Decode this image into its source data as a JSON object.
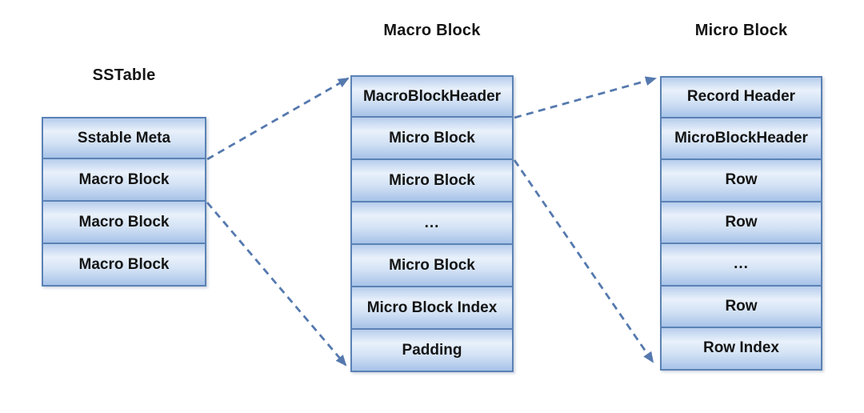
{
  "diagram": {
    "columns": [
      {
        "title": "SSTable",
        "boxes": [
          "Sstable Meta",
          "Macro Block",
          "Macro Block",
          "Macro Block"
        ]
      },
      {
        "title": "Macro Block",
        "boxes": [
          "MacroBlockHeader",
          "Micro Block",
          "Micro Block",
          "...",
          "Micro Block",
          "Micro Block Index",
          "Padding"
        ]
      },
      {
        "title": "Micro Block",
        "boxes": [
          "Record Header",
          "MicroBlockHeader",
          "Row",
          "Row",
          "...",
          "Row",
          "Row Index"
        ]
      }
    ],
    "connectors": [
      {
        "id": "sstable-to-macroblock-top",
        "from": "SSTable first Macro Block (top-right)",
        "to": "Macro Block stack (top-left)"
      },
      {
        "id": "sstable-to-macroblock-bottom",
        "from": "SSTable first Macro Block (bottom-right)",
        "to": "Macro Block stack (bottom-left)"
      },
      {
        "id": "macroblock-to-microblock-top",
        "from": "Macro Block first Micro Block (top-right)",
        "to": "Micro Block stack (top-left)"
      },
      {
        "id": "macroblock-to-microblock-bottom",
        "from": "Macro Block first Micro Block (bottom-right)",
        "to": "Micro Block stack (bottom-left)"
      }
    ],
    "colors": {
      "box_border": "#5b82b5",
      "box_gradient_top": "#b7cdec",
      "box_gradient_light": "#e9f1fb",
      "box_gradient_mid": "#d3e2f5",
      "box_gradient_bottom": "#a7c3e8",
      "arrow": "#5579ae",
      "text": "#141414",
      "background": "#ffffff"
    }
  }
}
